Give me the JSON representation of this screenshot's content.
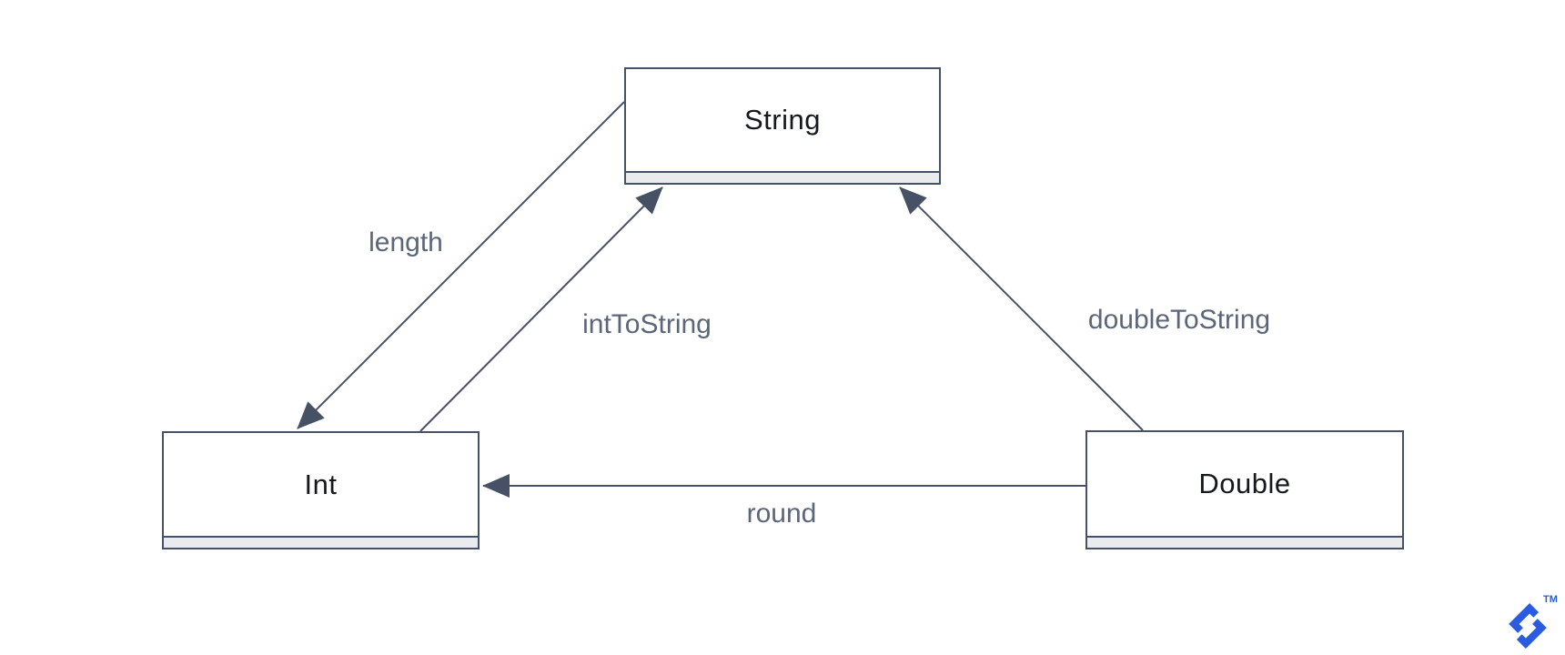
{
  "diagram": {
    "nodes": [
      {
        "id": "string",
        "label": "String"
      },
      {
        "id": "int",
        "label": "Int"
      },
      {
        "id": "double",
        "label": "Double"
      }
    ],
    "edges": [
      {
        "id": "length",
        "label": "length",
        "from": "String",
        "to": "Int"
      },
      {
        "id": "intToString",
        "label": "intToString",
        "from": "Int",
        "to": "String"
      },
      {
        "id": "doubleToString",
        "label": "doubleToString",
        "from": "Double",
        "to": "String"
      },
      {
        "id": "round",
        "label": "round",
        "from": "Double",
        "to": "Int"
      }
    ]
  },
  "logo": {
    "trademark": "TM"
  },
  "colors": {
    "background": "#ffffff",
    "line": "#475166",
    "edge_label": "#5c6679",
    "node_text": "#15181d",
    "node_strip": "#e9ebef",
    "logo_blue": "#2b5ce0"
  }
}
